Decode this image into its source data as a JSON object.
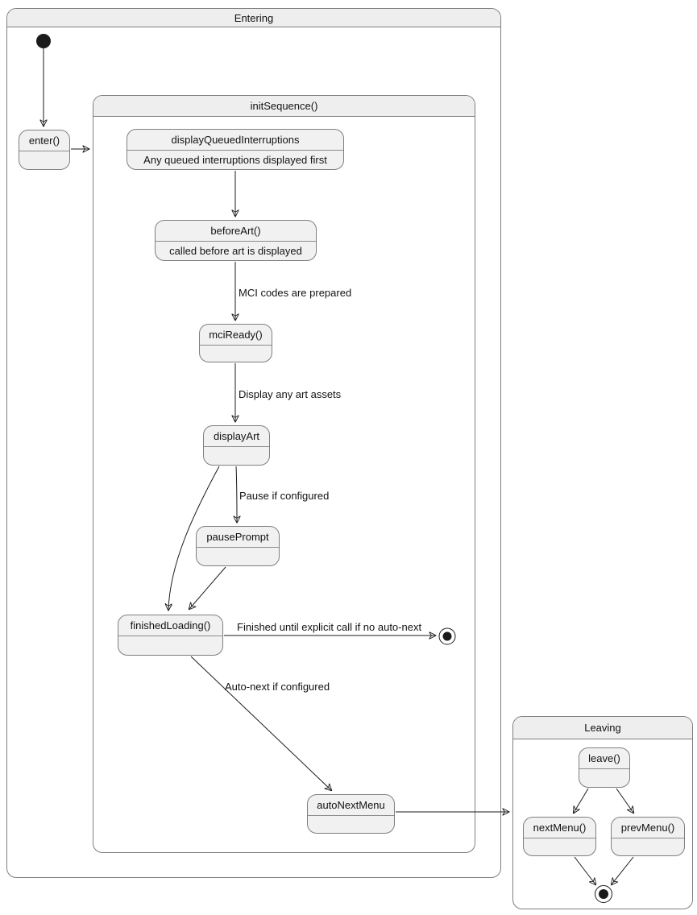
{
  "diagram": {
    "type": "uml-state-diagram"
  },
  "composites": {
    "entering": {
      "label": "Entering"
    },
    "init_sequence": {
      "label": "initSequence()"
    },
    "leaving": {
      "label": "Leaving"
    }
  },
  "states": {
    "enter": {
      "label": "enter()",
      "description": ""
    },
    "display_queued_interruptions": {
      "label": "displayQueuedInterruptions",
      "description": "Any queued interruptions displayed first"
    },
    "before_art": {
      "label": "beforeArt()",
      "description": "called before art is displayed"
    },
    "mci_ready": {
      "label": "mciReady()",
      "description": ""
    },
    "display_art": {
      "label": "displayArt",
      "description": ""
    },
    "pause_prompt": {
      "label": "pausePrompt",
      "description": ""
    },
    "finished_loading": {
      "label": "finishedLoading()",
      "description": ""
    },
    "auto_next_menu": {
      "label": "autoNextMenu",
      "description": ""
    },
    "leave": {
      "label": "leave()",
      "description": ""
    },
    "next_menu": {
      "label": "nextMenu()",
      "description": ""
    },
    "prev_menu": {
      "label": "prevMenu()",
      "description": ""
    }
  },
  "transition_labels": {
    "mci_codes": "MCI codes are prepared",
    "display_art_assets": "Display any art assets",
    "pause_if_configured": "Pause if configured",
    "finished_no_autonext": "Finished until explicit call if no auto-next",
    "auto_next_configured": "Auto-next if configured"
  },
  "colors": {
    "state_fill": "#f1f1f1",
    "state_border": "#7f7f7f",
    "header_fill": "#eeeeee",
    "arrow": "#1b1b1b",
    "text": "#121212",
    "background": "#ffffff"
  }
}
